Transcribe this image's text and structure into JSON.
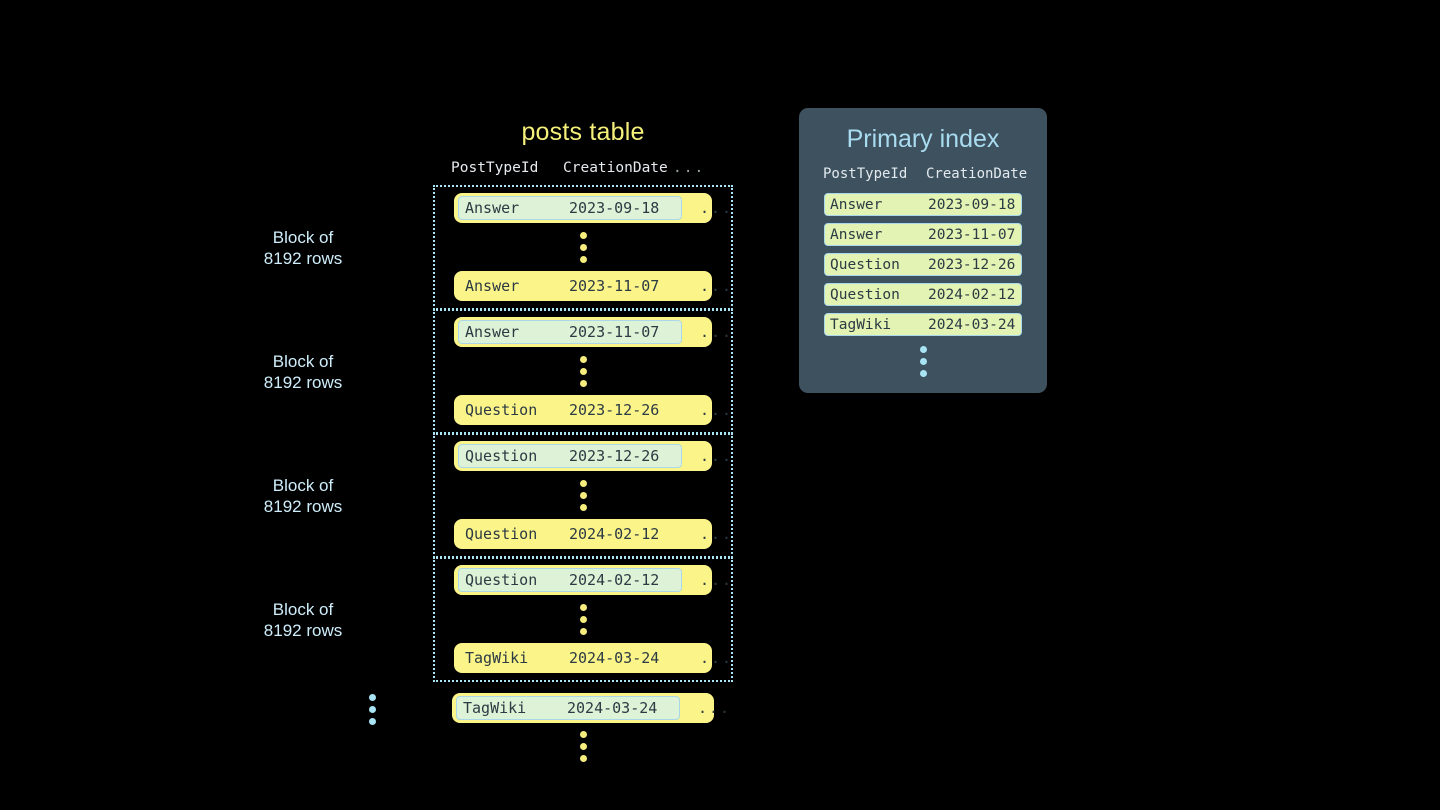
{
  "posts_table": {
    "title": "posts table",
    "headers": {
      "type": "PostTypeId",
      "date": "CreationDate",
      "more": "..."
    },
    "blocks": [
      {
        "label_line1": "Block of",
        "label_line2": "8192 rows",
        "first_row": {
          "type": "Answer",
          "date": "2023-09-18",
          "more": "...",
          "highlighted": true
        },
        "last_row": {
          "type": "Answer",
          "date": "2023-11-07",
          "more": "...",
          "highlighted": false
        }
      },
      {
        "label_line1": "Block of",
        "label_line2": "8192 rows",
        "first_row": {
          "type": "Answer",
          "date": "2023-11-07",
          "more": "...",
          "highlighted": true
        },
        "last_row": {
          "type": "Question",
          "date": "2023-12-26",
          "more": "...",
          "highlighted": false
        }
      },
      {
        "label_line1": "Block of",
        "label_line2": "8192 rows",
        "first_row": {
          "type": "Question",
          "date": "2023-12-26",
          "more": "...",
          "highlighted": true
        },
        "last_row": {
          "type": "Question",
          "date": "2024-02-12",
          "more": "...",
          "highlighted": false
        }
      },
      {
        "label_line1": "Block of",
        "label_line2": "8192 rows",
        "first_row": {
          "type": "Question",
          "date": "2024-02-12",
          "more": "...",
          "highlighted": true
        },
        "last_row": {
          "type": "TagWiki",
          "date": "2024-03-24",
          "more": "...",
          "highlighted": false
        }
      }
    ],
    "tail_row": {
      "type": "TagWiki",
      "date": "2024-03-24",
      "more": "...",
      "highlighted": true
    }
  },
  "primary_index": {
    "title": "Primary index",
    "headers": {
      "type": "PostTypeId",
      "date": "CreationDate"
    },
    "rows": [
      {
        "type": "Answer",
        "date": "2023-09-18"
      },
      {
        "type": "Answer",
        "date": "2023-11-07"
      },
      {
        "type": "Question",
        "date": "2023-12-26"
      },
      {
        "type": "Question",
        "date": "2024-02-12"
      },
      {
        "type": "TagWiki",
        "date": "2024-03-24"
      }
    ]
  },
  "colors": {
    "background": "#000000",
    "row_yellow": "#fbf489",
    "highlight_mint": "#ddf2d6",
    "highlight_border": "#a9d8ea",
    "index_panel": "#3d515e",
    "index_row": "#e2f3b3",
    "accent_blue": "#a9e4f5",
    "title_yellow": "#f5f07a",
    "text_dark": "#2c3a43"
  }
}
